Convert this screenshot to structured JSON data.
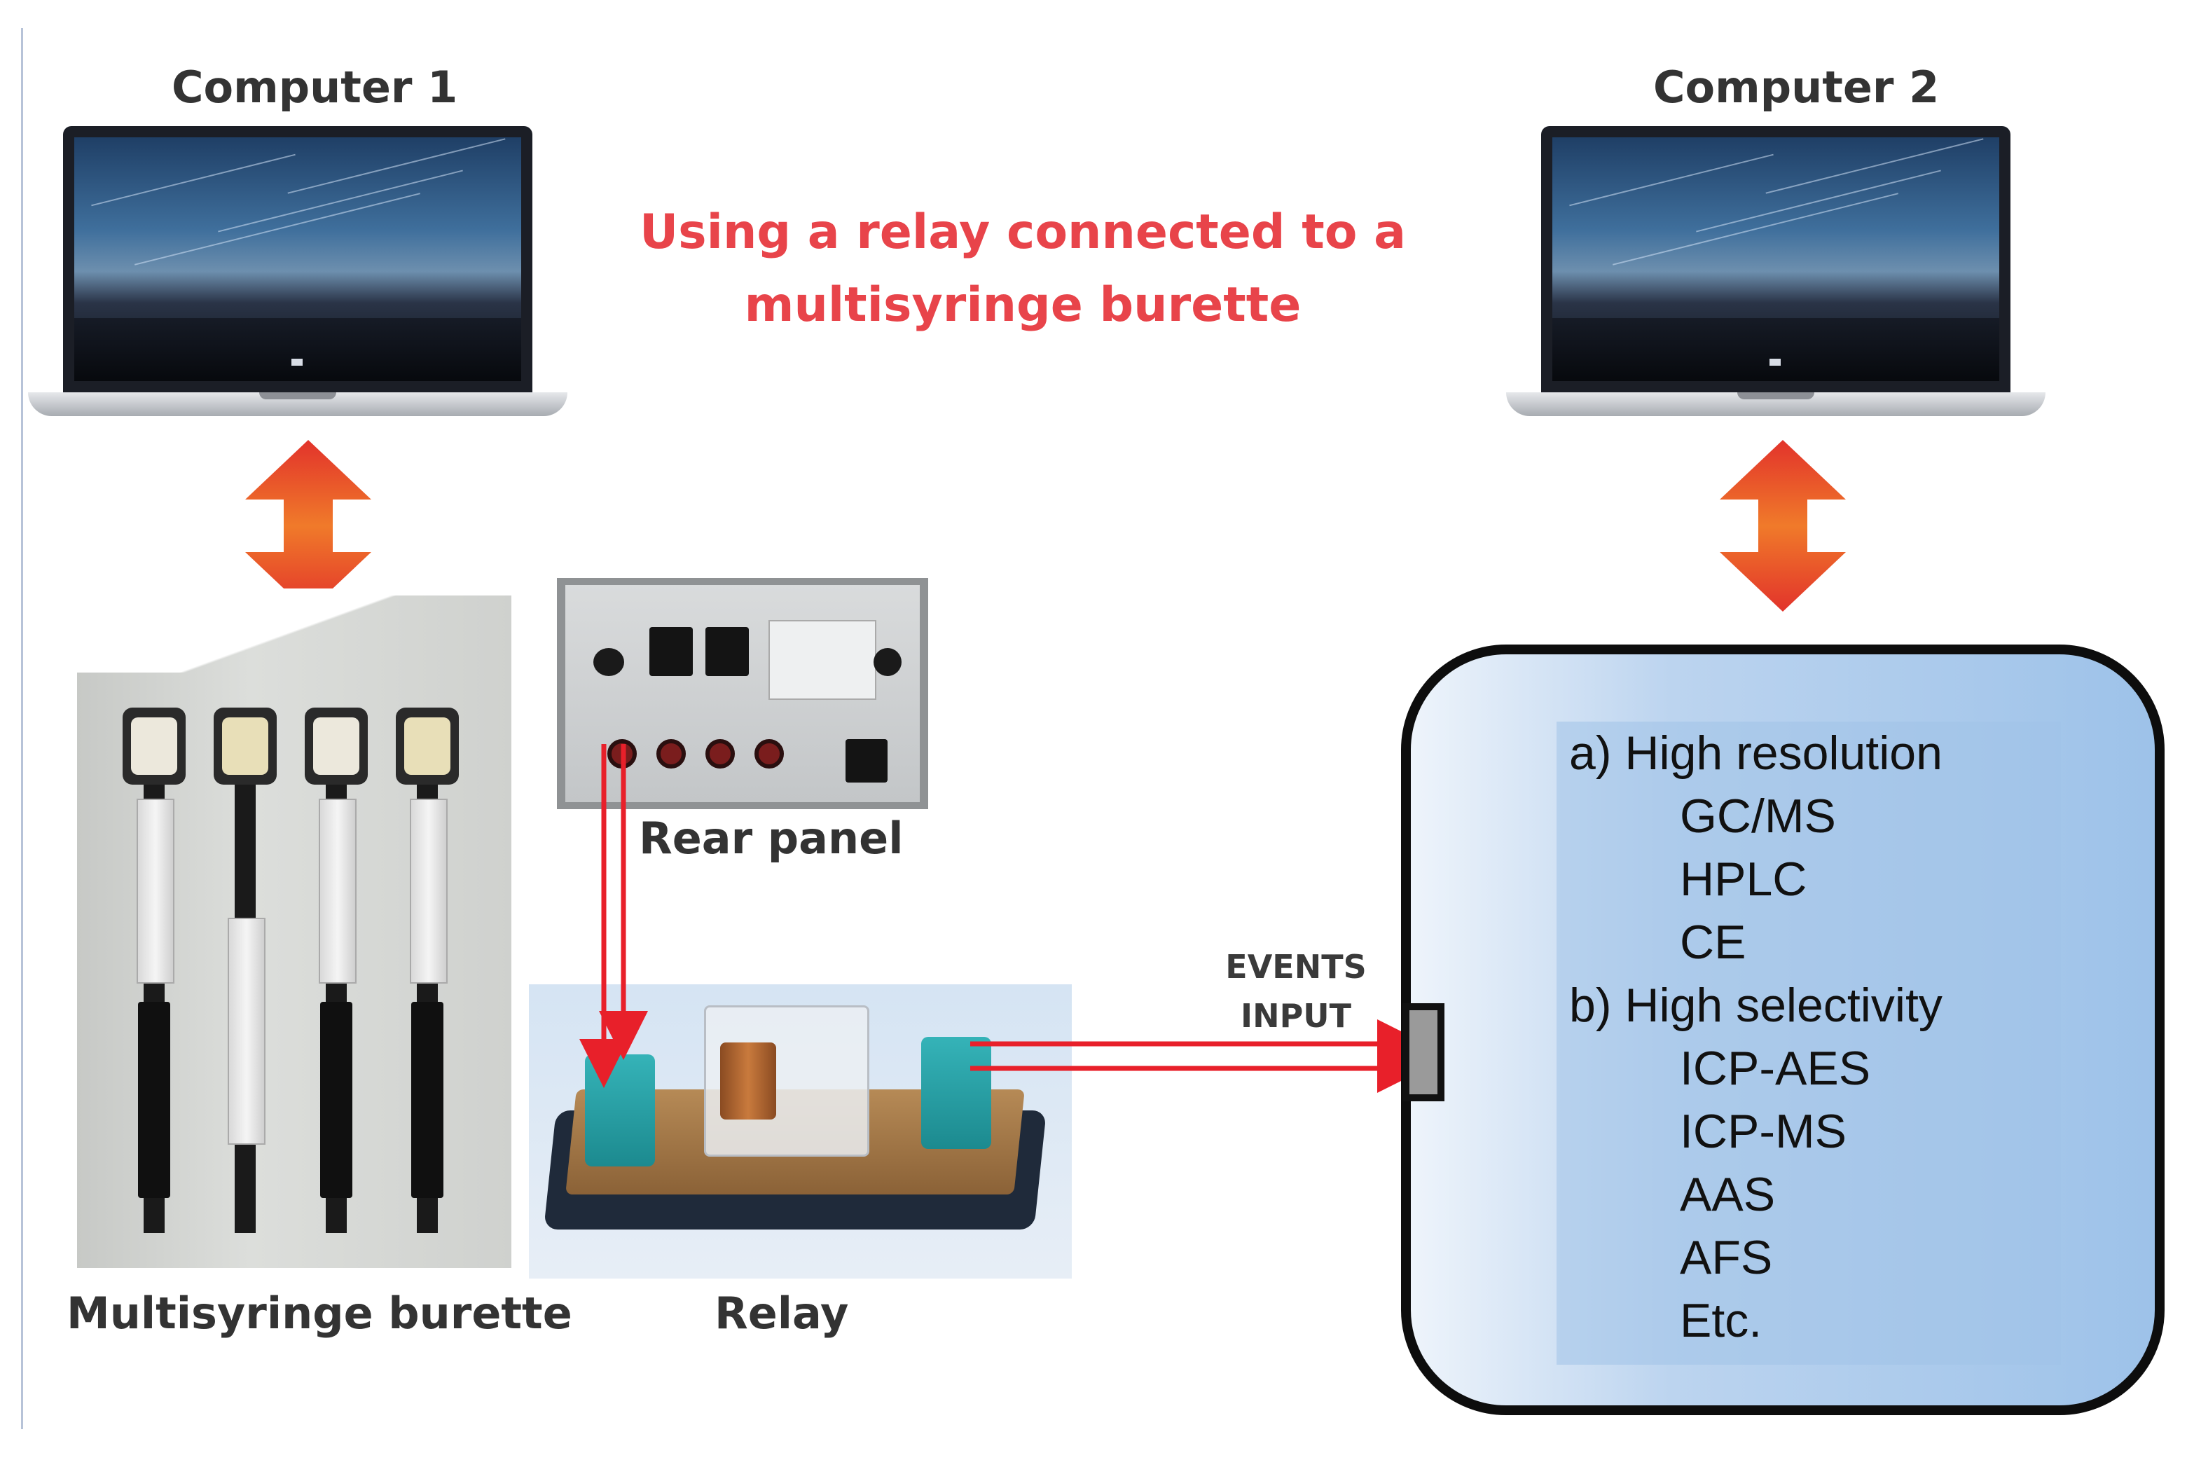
{
  "title_lines": [
    "Using a relay connected to a",
    "multisyringe burette"
  ],
  "computers": {
    "left_label": "Computer 1",
    "right_label": "Computer 2"
  },
  "devices": {
    "burette_label": "Multisyringe burette",
    "rear_panel_label": "Rear panel",
    "relay_label": "Relay",
    "events_input_lines": [
      "EVENTS",
      "INPUT"
    ]
  },
  "analyzer": {
    "list": [
      "a) High resolution",
      "GC/MS",
      "HPLC",
      "CE",
      "b) High selectivity",
      "ICP-AES",
      "ICP-MS",
      "AAS",
      "AFS",
      "Etc."
    ]
  },
  "colors": {
    "title_red": "#e8444a",
    "arrow_red": "#e2332b",
    "arrow_orange": "#f07a2a",
    "connector_red": "#e8202a",
    "analyzer_fill": "#9dc2e9"
  }
}
